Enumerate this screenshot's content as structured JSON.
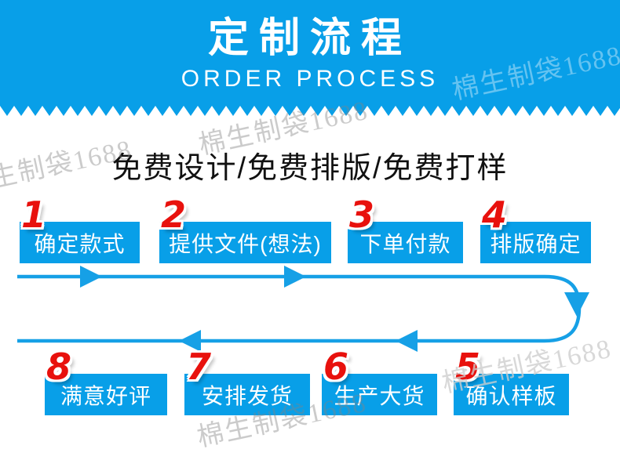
{
  "banner": {
    "title": "定制流程",
    "subtitle_en": "ORDER PROCESS"
  },
  "tagline": "免费设计/免费排版/免费打样",
  "watermark_text": "棉生制袋1688",
  "steps": [
    {
      "num": "1",
      "label": "确定款式"
    },
    {
      "num": "2",
      "label": "提供文件(想法)"
    },
    {
      "num": "3",
      "label": "下单付款"
    },
    {
      "num": "4",
      "label": "排版确定"
    },
    {
      "num": "5",
      "label": "确认样板"
    },
    {
      "num": "6",
      "label": "生产大货"
    },
    {
      "num": "7",
      "label": "安排发货"
    },
    {
      "num": "8",
      "label": "满意好评"
    }
  ],
  "colors": {
    "banner_blue": "#089FE8",
    "box_blue": "#089FE8",
    "arrow_blue": "#16A0E6",
    "number_red": "#E8110D",
    "text_black": "#111111"
  }
}
